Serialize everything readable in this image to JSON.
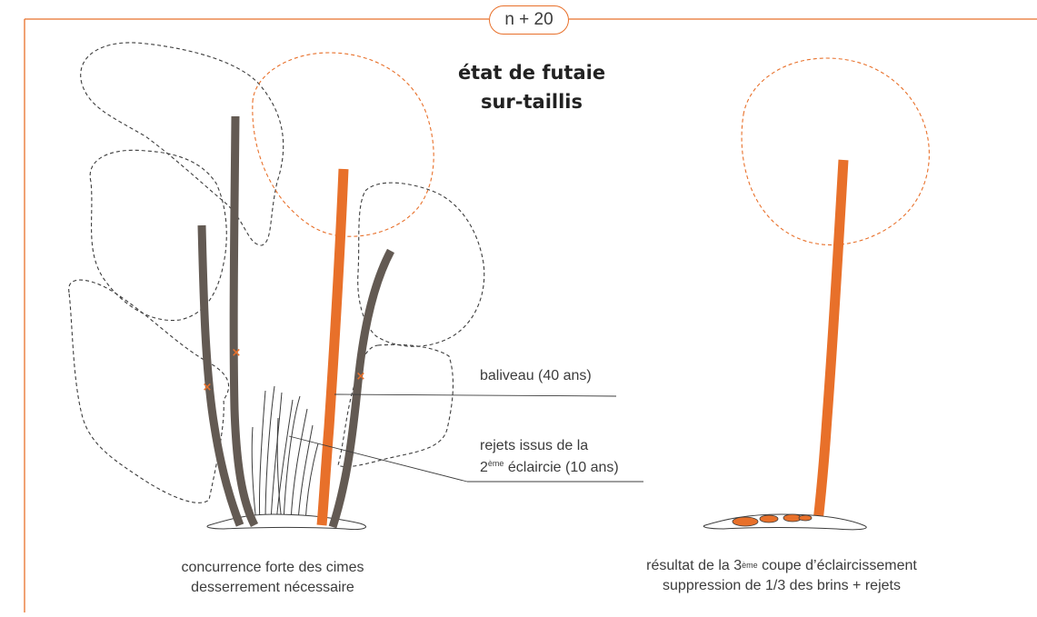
{
  "frame": {
    "badge": "n + 20",
    "accent_color": "#e8702a",
    "trunk_color": "#635a53"
  },
  "title": {
    "line1": "état de futaie",
    "line2": "sur-taillis"
  },
  "labels": {
    "baliveau": "baliveau (40 ans)",
    "rejets_line1": "rejets issus de la",
    "rejets_sup_num": "2",
    "rejets_sup": "ème",
    "rejets_rest": " éclaircie (10 ans)"
  },
  "captions": {
    "left_line1": "concurrence forte des cimes",
    "left_line2": "desserrement nécessaire",
    "right_prefix": "résultat de la 3",
    "right_sup": "ème",
    "right_suffix": " coupe d’éclaircissement",
    "right_line2": "suppression de 1/3 des brins + rejets"
  },
  "marks": {
    "cut_mark": "×"
  }
}
